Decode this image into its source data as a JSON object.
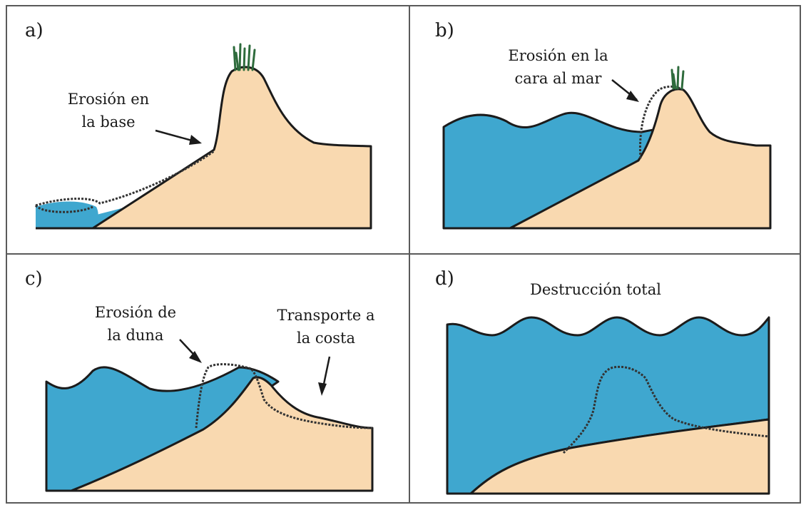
{
  "panels": [
    {
      "letter": "a)",
      "annotations": [
        "Erosión en\nla base"
      ]
    },
    {
      "letter": "b)",
      "annotations": [
        "Erosión en la\ncara al mar"
      ]
    },
    {
      "letter": "c)",
      "annotations": [
        "Erosión de\nla duna",
        "Transporte a\nla costa"
      ]
    },
    {
      "letter": "d)",
      "annotations": [
        "Destrucción total"
      ]
    }
  ],
  "colors": {
    "sea": "#3fa7cf",
    "sand": "#f9d9b0",
    "outline": "#1b1b1b",
    "grass": "#2e6b3c",
    "frame": "#5a5a5a"
  }
}
